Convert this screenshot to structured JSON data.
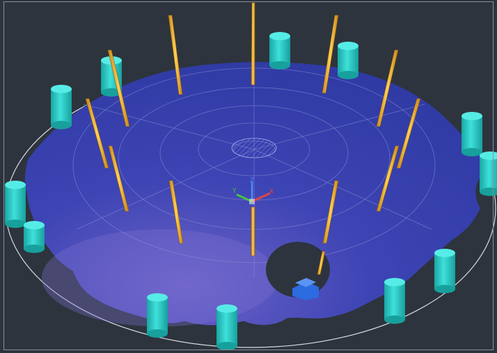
{
  "viewport": {
    "background": "#2d343d",
    "frame_color": "#8a9099"
  },
  "scene": {
    "plate_color": "#3b3fa6",
    "plate_highlight": "#6a62c9",
    "rod_color": "#f2b133",
    "cylinder_color": "#27c7c3",
    "hole_part_color": "#2c6be0"
  },
  "ucs": {
    "x_label": "X",
    "y_label": "Y",
    "z_label": "Z",
    "x_color": "#e04545",
    "y_color": "#43c443",
    "z_color": "#4a8ef0"
  }
}
